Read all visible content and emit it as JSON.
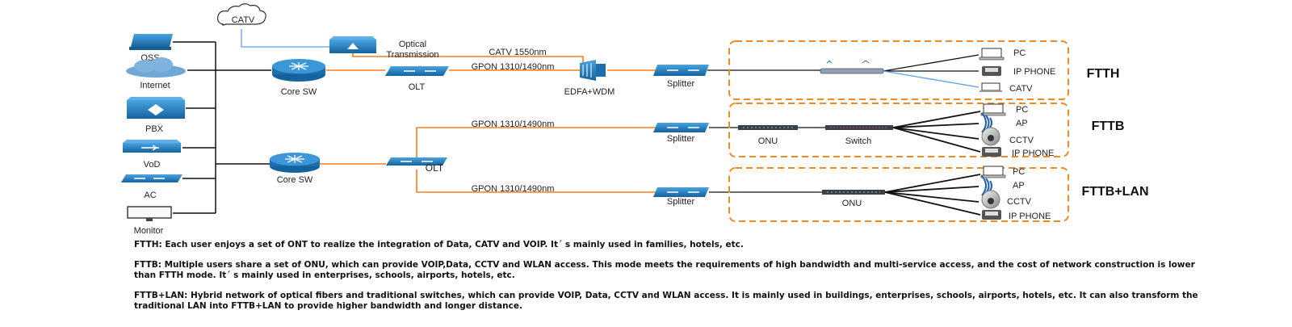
{
  "colors": {
    "fiber": "#f07f1e",
    "catv_line": "#5aa0e6",
    "device_blue": "#1f74b8",
    "box_border": "#f28a22",
    "wire": "#111111"
  },
  "sources": {
    "catv_cloud": "CATV",
    "oss": "OSS",
    "internet": "Internet",
    "pbx": "PBX",
    "vod": "VoD",
    "ac": "AC",
    "monitor": "Monitor"
  },
  "core_sw_top": "Core SW",
  "core_sw_bottom": "Core SW",
  "optical_transmission": [
    "Optical",
    "Transmission"
  ],
  "olt_top": "OLT",
  "olt_bottom": "OLT",
  "edfa": "EDFA+WDM",
  "links": {
    "catv": "CATV 1550nm",
    "gpon_top": "GPON 1310/1490nm",
    "gpon_mid": "GPON 1310/1490nm",
    "gpon_bottom": "GPON 1310/1490nm"
  },
  "splitters": [
    "Splitter",
    "Splitter",
    "Splitter"
  ],
  "fttb": {
    "onu": "ONU",
    "switch": "Switch"
  },
  "fttb_lan": {
    "onu": "ONU"
  },
  "endpoints": {
    "ftth": [
      "PC",
      "IP PHONE",
      "CATV"
    ],
    "fttb": [
      "PC",
      "AP",
      "CCTV",
      "IP PHONE"
    ],
    "fttb_lan": [
      "PC",
      "AP",
      "CCTV",
      "IP PHONE"
    ]
  },
  "groups": {
    "ftth": "FTTH",
    "fttb": "FTTB",
    "fttb_lan": "FTTB+LAN"
  },
  "descriptions": {
    "ftth": "FTTH: Each user enjoys a set of ONT to realize the integration of Data, CATV and VOIP. It´ s mainly used in families, hotels, etc.",
    "fttb": "FTTB: Multiple users share a set of ONU, which can provide VOIP,Data, CCTV and WLAN access. This mode meets the requirements of high bandwidth and multi-service access, and the cost of network construction is lower than FTTH mode. It´ s mainly used in enterprises, schools, airports, hotels, etc.",
    "fttb_lan": "FTTB+LAN: Hybrid network of optical fibers and traditional switches, which can provide VOIP, Data, CCTV and WLAN access. It is mainly used in buildings, enterprises, schools, airports, hotels, etc. It can also transform the traditional LAN into FTTB+LAN to provide higher bandwidth and longer distance."
  }
}
